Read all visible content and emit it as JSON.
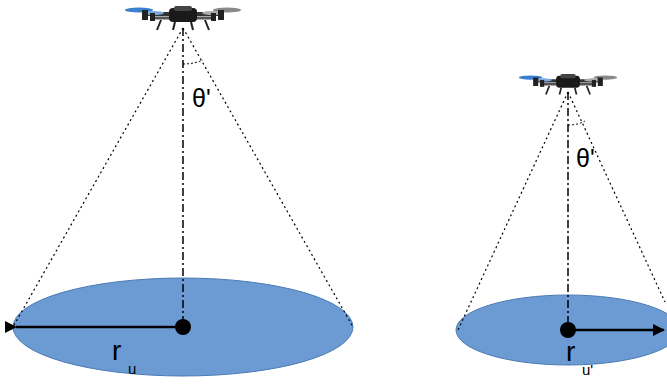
{
  "diagram": {
    "labels": [
      "θ'",
      "r",
      "u",
      "θ'",
      "r",
      "u'"
    ]
  }
}
